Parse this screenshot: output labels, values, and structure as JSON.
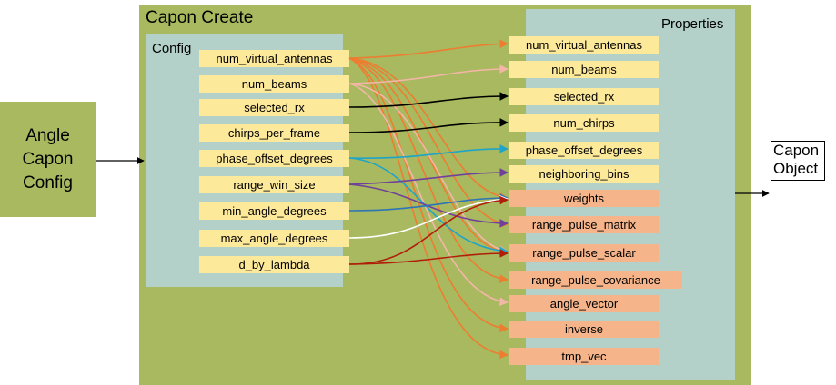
{
  "input_block": {
    "line1": "Angle",
    "line2": "Capon",
    "line3": "Config"
  },
  "main": {
    "title": "Capon Create"
  },
  "config": {
    "title": "Config",
    "items": [
      "num_virtual_antennas",
      "num_beams",
      "selected_rx",
      "chirps_per_frame",
      "phase_offset_degrees",
      "range_win_size",
      "min_angle_degrees",
      "max_angle_degrees",
      "d_by_lambda"
    ]
  },
  "properties": {
    "title": "Properties",
    "items": [
      "num_virtual_antennas",
      "num_beams",
      "selected_rx",
      "num_chirps",
      "phase_offset_degrees",
      "neighboring_bins",
      "weights",
      "range_pulse_matrix",
      "range_pulse_scalar",
      "range_pulse_covariance",
      "angle_vector",
      "inverse",
      "tmp_vec"
    ]
  },
  "output_block": {
    "line1": "Capon",
    "line2": "Object"
  },
  "colors": {
    "green": "#a8b95f",
    "panel": "#b3d0c9",
    "config_item": "#fde99a",
    "derived_item": "#f5b48a",
    "orange": "#ed7d31",
    "pink": "#f4b6a8",
    "black": "#000000",
    "cyan": "#1fa4c8",
    "purple": "#70419b",
    "blue": "#2e75b6",
    "white": "#ffffff",
    "darkred": "#b01e0a"
  }
}
